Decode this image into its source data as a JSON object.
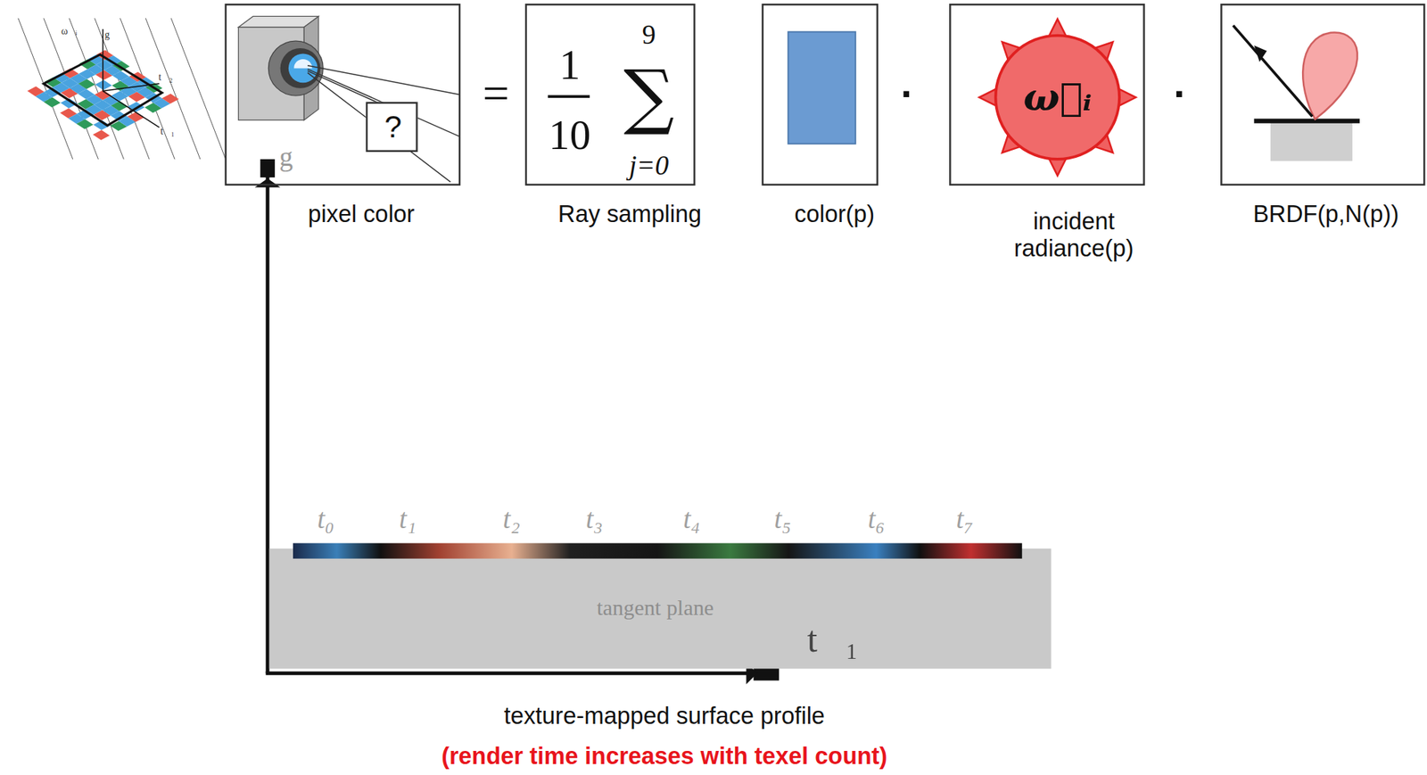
{
  "diagram": {
    "nodes": [
      {
        "text": [
          "pixel color"
        ]
      },
      {
        "text": [
          "?"
        ],
        "in": 0
      },
      {
        "text": [
          "1",
          "10",
          "∑",
          "9",
          "j=0",
          "Ray sampling"
        ]
      },
      {
        "text": [
          "color(p)"
        ]
      },
      {
        "text": [
          "incident radiance(p)"
        ]
      },
      {
        "text": [
          "ω⃗ᵢ"
        ],
        "in": 4
      },
      {
        "text": [
          "BRDF(p,N(p))"
        ]
      },
      {
        "text": [
          "tangent plane",
          "t⃗₁"
        ]
      }
    ],
    "labels": [
      "=",
      "·",
      "·",
      "g⃗",
      "t₀",
      "t₁",
      "t₂",
      "t₃",
      "t₄",
      "t₅",
      "t₆",
      "t₇",
      "texture-mapped surface profile",
      "(render time increases with texel count)",
      "ω⃗ᵢ",
      "g⃗",
      "t⃗₂",
      "t⃗₁"
    ]
  }
}
